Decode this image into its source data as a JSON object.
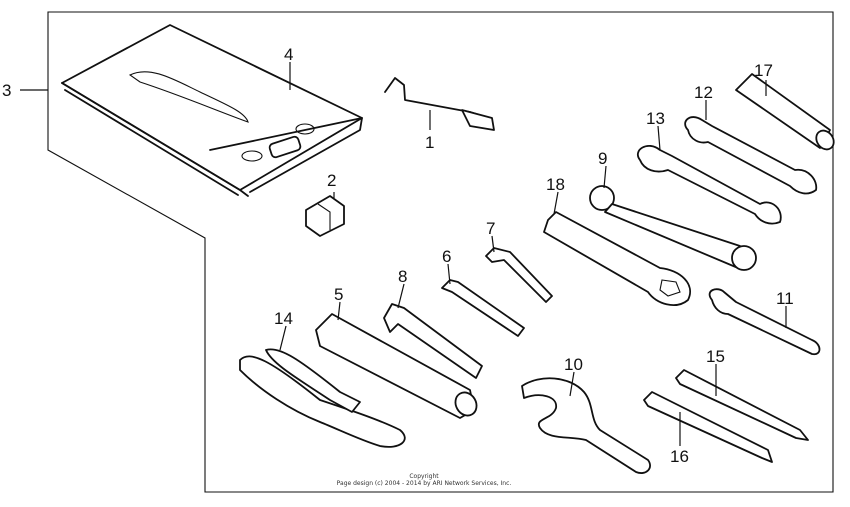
{
  "diagram": {
    "callouts": {
      "c1": "1",
      "c2": "2",
      "c3": "3",
      "c4": "4",
      "c5": "5",
      "c6": "6",
      "c7": "7",
      "c8": "8",
      "c9": "9",
      "c10": "10",
      "c11": "11",
      "c12": "12",
      "c13": "13",
      "c14": "14",
      "c15": "15",
      "c16": "16",
      "c17": "17",
      "c18": "18"
    },
    "copyright": {
      "line1": "Copyright",
      "line2": "Page design (c) 2004 - 2014 by ARI Network Services, Inc."
    }
  }
}
